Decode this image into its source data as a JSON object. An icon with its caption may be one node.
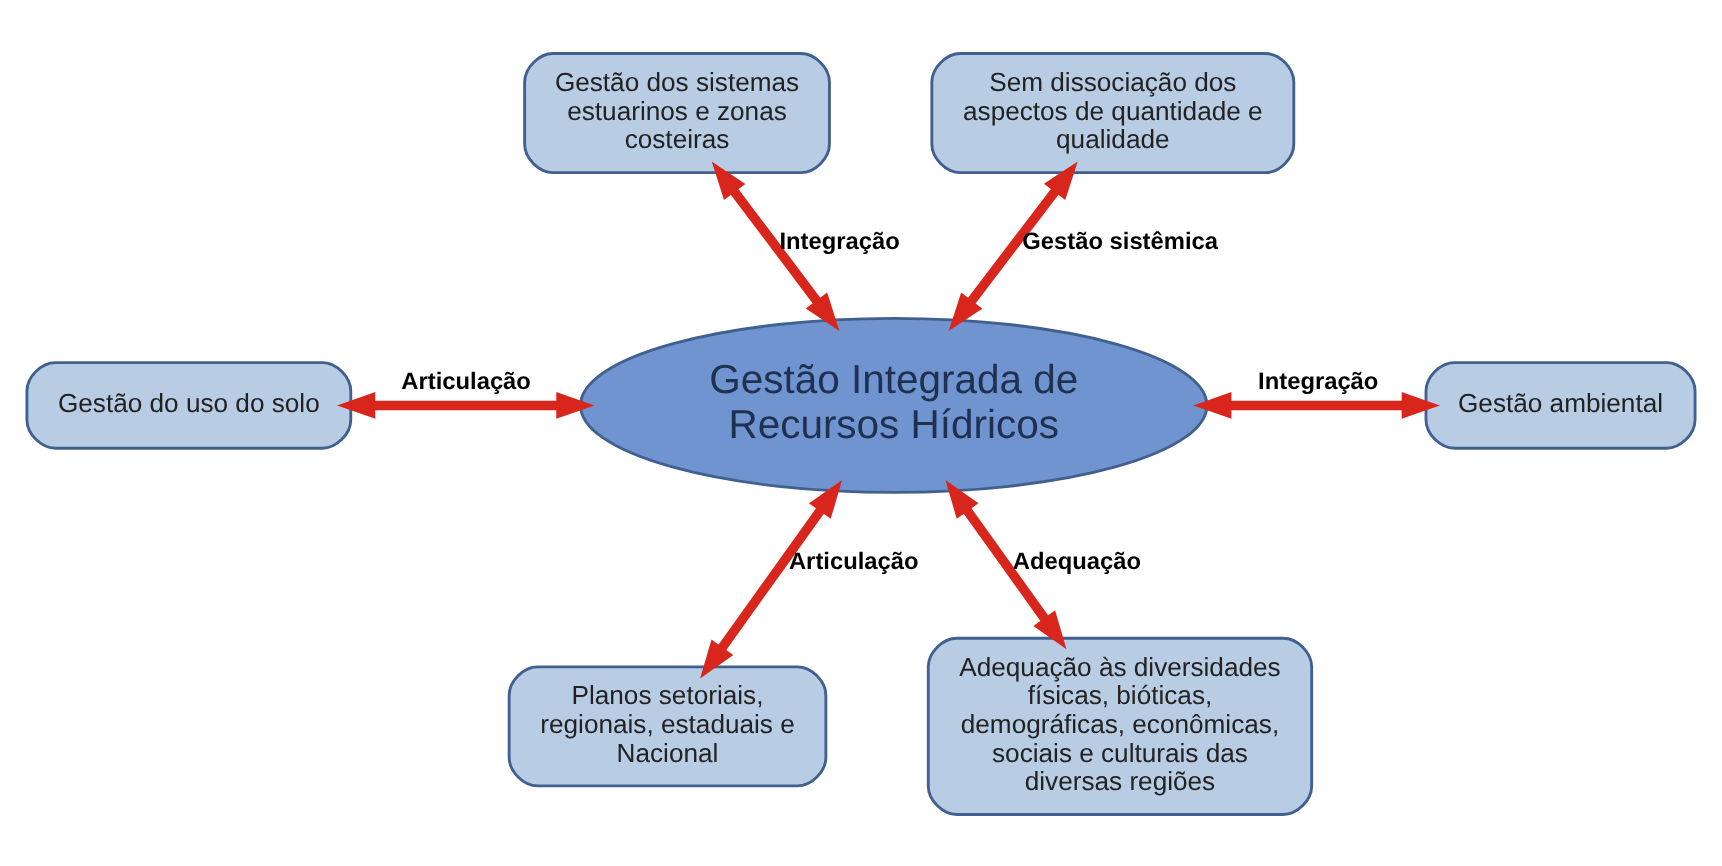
{
  "diagram": {
    "nodes": [
      {
        "text": [
          "Gestão dos sistemas estuarinos e zonas costeiras"
        ]
      },
      {
        "text": [
          "Sem dissociação dos aspectos de quantidade e qualidade"
        ]
      },
      {
        "text": [
          "Gestão do uso do solo"
        ]
      },
      {
        "text": [
          "Gestão Integrada de Recursos Hídricos"
        ]
      },
      {
        "text": [
          "Gestão ambiental"
        ]
      },
      {
        "text": [
          "Planos setoriais, regionais, estaduais e Nacional"
        ]
      },
      {
        "text": [
          "Adequação às diversidades físicas, bióticas, demográficas, econômicas, sociais e culturais das diversas regiões"
        ]
      }
    ],
    "edges": [
      {
        "from": 0,
        "to": 3,
        "arrow": "both",
        "label": "Integração"
      },
      {
        "from": 1,
        "to": 3,
        "arrow": "both",
        "label": "Gestão sistêmica"
      },
      {
        "from": 2,
        "to": 3,
        "arrow": "both",
        "label": "Articulação"
      },
      {
        "from": 3,
        "to": 4,
        "arrow": "both",
        "label": "Integração"
      },
      {
        "from": 3,
        "to": 5,
        "arrow": "both",
        "label": "Articulação"
      },
      {
        "from": 3,
        "to": 6,
        "arrow": "both",
        "label": "Adequação"
      }
    ]
  }
}
